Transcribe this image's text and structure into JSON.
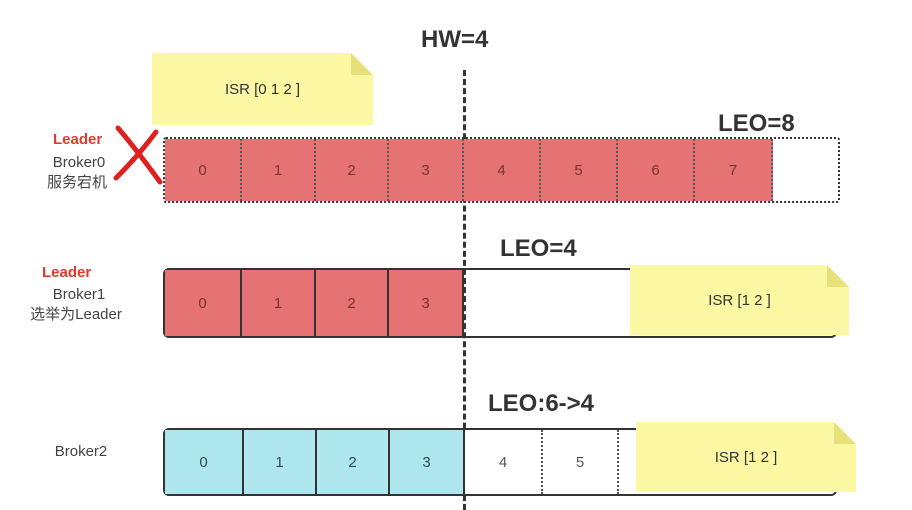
{
  "header": {
    "hw": "HW=4"
  },
  "rows": [
    {
      "leader_label": "Leader",
      "broker_name": "Broker0",
      "broker_note": "服务宕机",
      "isr": "ISR [0 1 2 ]",
      "leo": "LEO=8",
      "cells": [
        "0",
        "1",
        "2",
        "3",
        "4",
        "5",
        "6",
        "7"
      ],
      "down_mark": "x-mark"
    },
    {
      "leader_label": "Leader",
      "broker_name": "Broker1",
      "broker_note": "选举为Leader",
      "isr": "ISR [1 2 ]",
      "leo": "LEO=4",
      "cells": [
        "0",
        "1",
        "2",
        "3"
      ]
    },
    {
      "broker_name": "Broker2",
      "isr": "ISR [1 2 ]",
      "leo": "LEO:6->4",
      "cells": [
        "0",
        "1",
        "2",
        "3",
        "4",
        "5"
      ]
    }
  ],
  "colors": {
    "leader_red": "#e03a2e",
    "cell_red": "#e57373",
    "cell_blue": "#aee6ee",
    "sticky_note": "#fbf7a3"
  }
}
